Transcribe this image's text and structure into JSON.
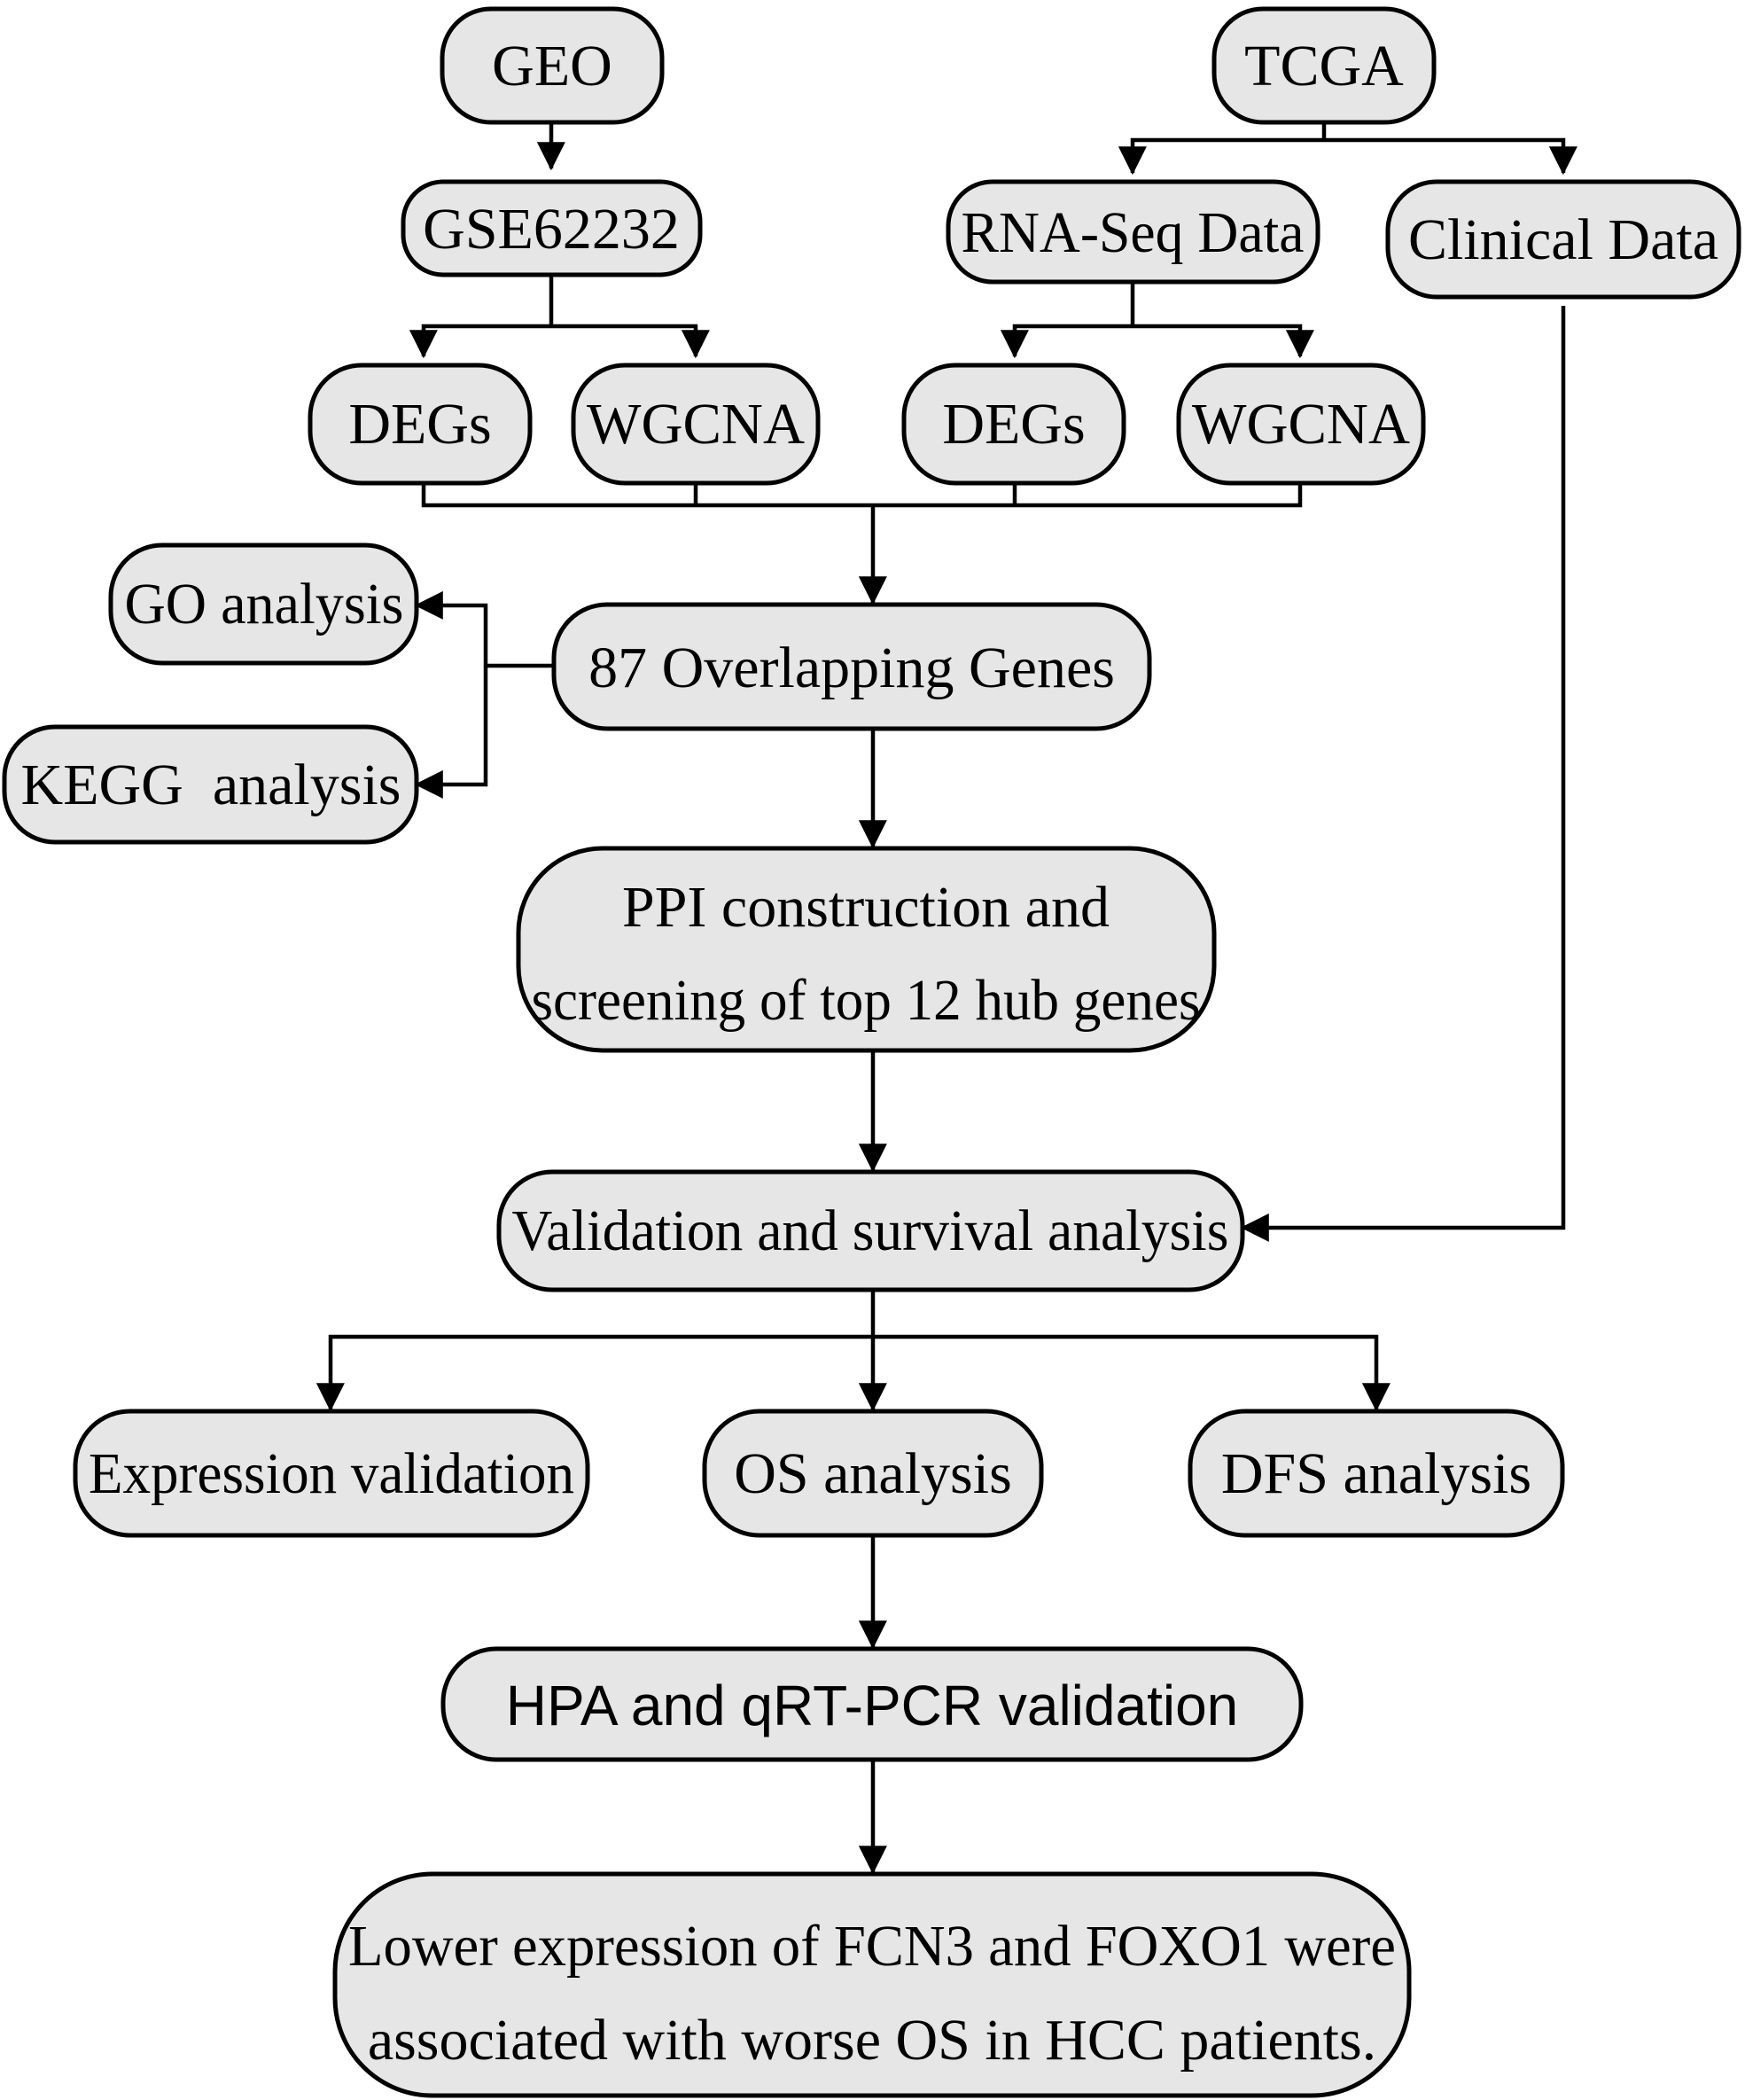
{
  "diagram": {
    "nodes": {
      "geo": "GEO",
      "tcga": "TCGA",
      "gse": "GSE62232",
      "rnaseq": "RNA-Seq Data",
      "clinical": "Clinical Data",
      "degs_geo": "DEGs",
      "wgcna_geo": "WGCNA",
      "degs_tcga": "DEGs",
      "wgcna_tcga": "WGCNA",
      "go": "GO analysis",
      "kegg": "KEGG  analysis",
      "overlap": "87 Overlapping Genes",
      "ppi_line1": "PPI construction and",
      "ppi_line2": "screening of top 12 hub genes",
      "validation": "Validation and survival analysis",
      "expression": "Expression validation",
      "os": "OS analysis",
      "dfs": "DFS analysis",
      "hpa": "HPA and qRT-PCR validation",
      "conclusion_line1": "Lower expression of FCN3 and FOXO1 were",
      "conclusion_line2": "associated with worse OS in HCC patients."
    },
    "colors": {
      "node_fill": "#e6e6e6",
      "stroke": "#000000"
    }
  }
}
